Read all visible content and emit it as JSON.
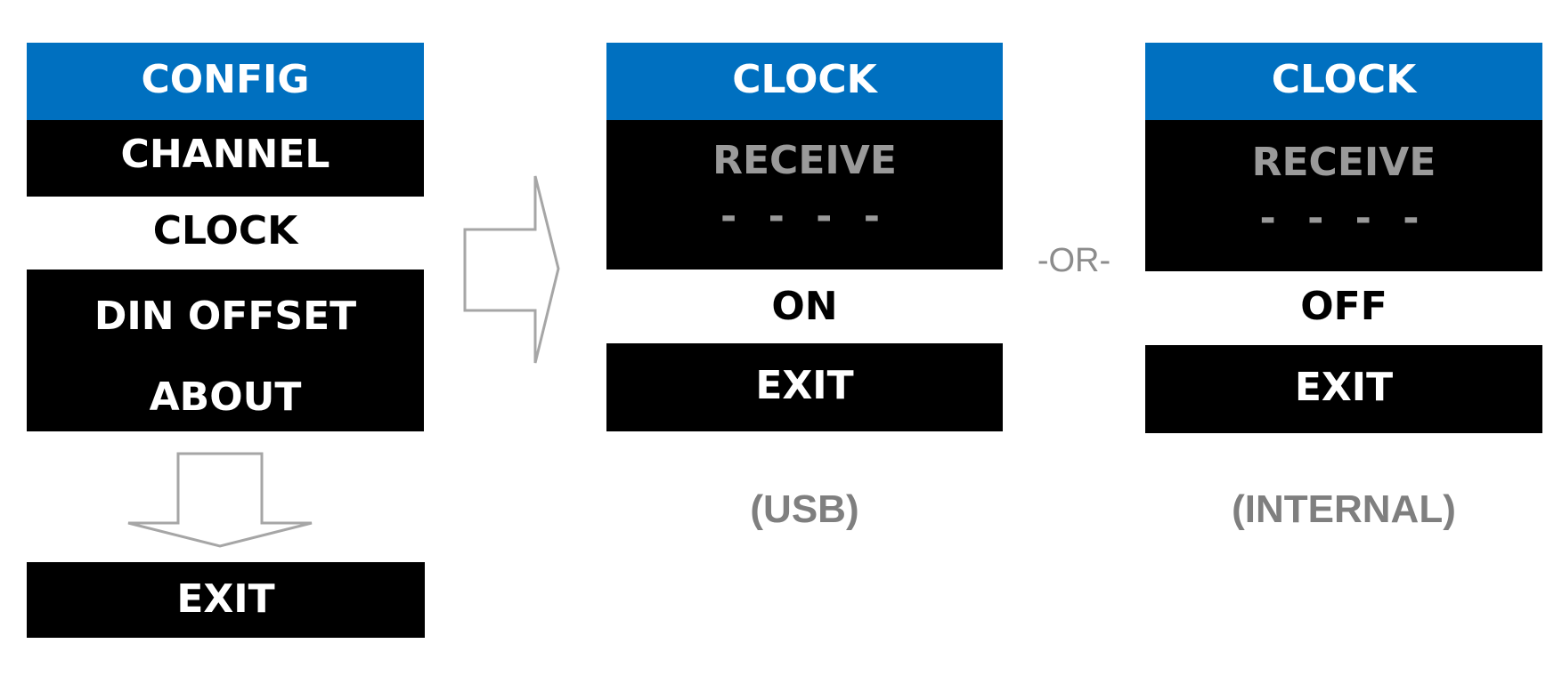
{
  "config_menu": {
    "title": "CONFIG",
    "items": [
      "CHANNEL",
      "CLOCK",
      "DIN OFFSET",
      "ABOUT"
    ],
    "selected_item": "CLOCK",
    "exit_label": "EXIT"
  },
  "or_label": "-OR-",
  "clock_screens": [
    {
      "title": "CLOCK",
      "receive_label": "RECEIVE",
      "receive_value": "- - - -",
      "state": "ON",
      "exit_label": "EXIT",
      "caption": "(USB)"
    },
    {
      "title": "CLOCK",
      "receive_label": "RECEIVE",
      "receive_value": "- - - -",
      "state": "OFF",
      "exit_label": "EXIT",
      "caption": "(INTERNAL)"
    }
  ],
  "colors": {
    "header_blue": "#0070c0",
    "menu_black": "#000000",
    "disabled_gray": "#9a9a9a",
    "arrow_gray": "#a6a6a6"
  }
}
